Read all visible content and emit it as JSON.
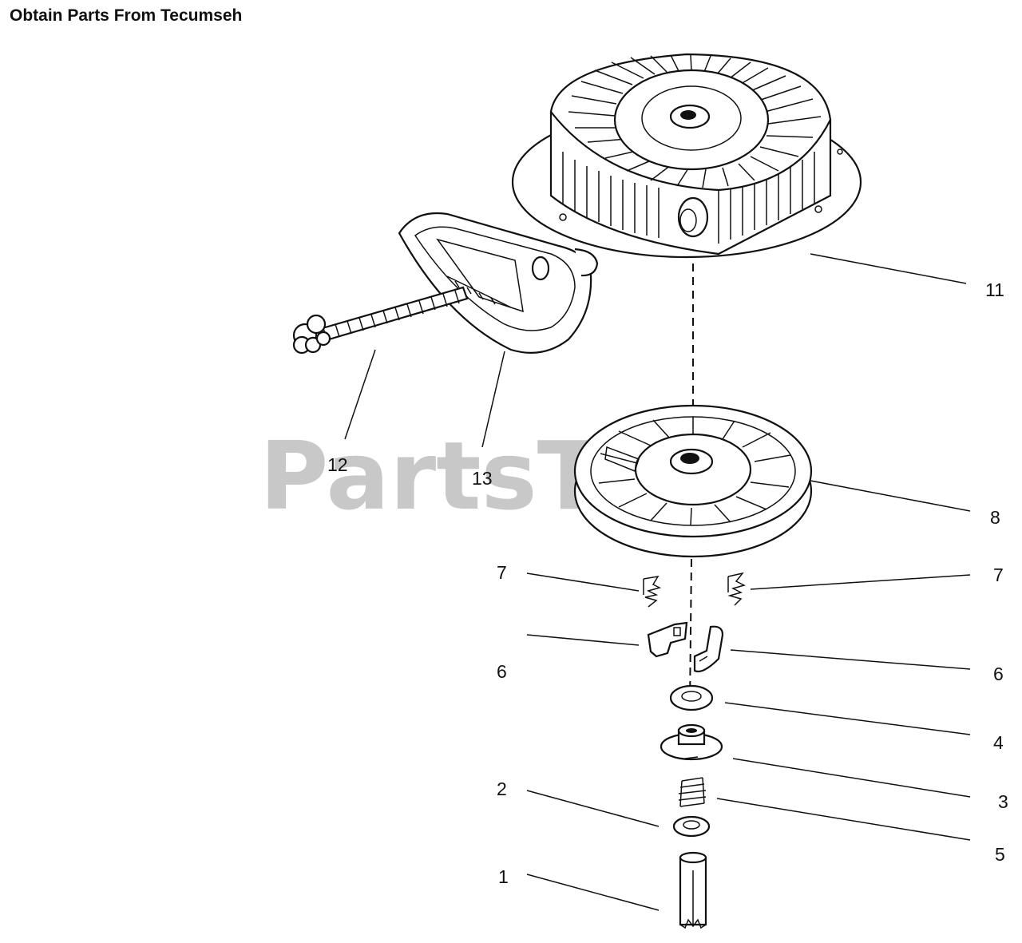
{
  "header": {
    "title": "Obtain Parts From Tecumseh"
  },
  "watermark": {
    "text": "PartsTree",
    "color": "#c8c8c8"
  },
  "labels": {
    "p1": "1",
    "p2": "2",
    "p3": "3",
    "p4": "4",
    "p5": "5",
    "p6_left": "6",
    "p6_right": "6",
    "p7_left": "7",
    "p7_right": "7",
    "p8": "8",
    "p11": "11",
    "p12": "12",
    "p13": "13"
  },
  "parts": [
    {
      "id": "1",
      "icon": "center-pin-icon"
    },
    {
      "id": "2",
      "icon": "washer-icon"
    },
    {
      "id": "3",
      "icon": "retainer-icon"
    },
    {
      "id": "4",
      "icon": "washer-icon"
    },
    {
      "id": "5",
      "icon": "spring-icon"
    },
    {
      "id": "6",
      "icon": "dog-pawl-icon"
    },
    {
      "id": "7",
      "icon": "dog-spring-icon"
    },
    {
      "id": "8",
      "icon": "pulley-icon"
    },
    {
      "id": "11",
      "icon": "starter-housing-icon"
    },
    {
      "id": "12",
      "icon": "rope-icon"
    },
    {
      "id": "13",
      "icon": "handle-icon"
    }
  ]
}
